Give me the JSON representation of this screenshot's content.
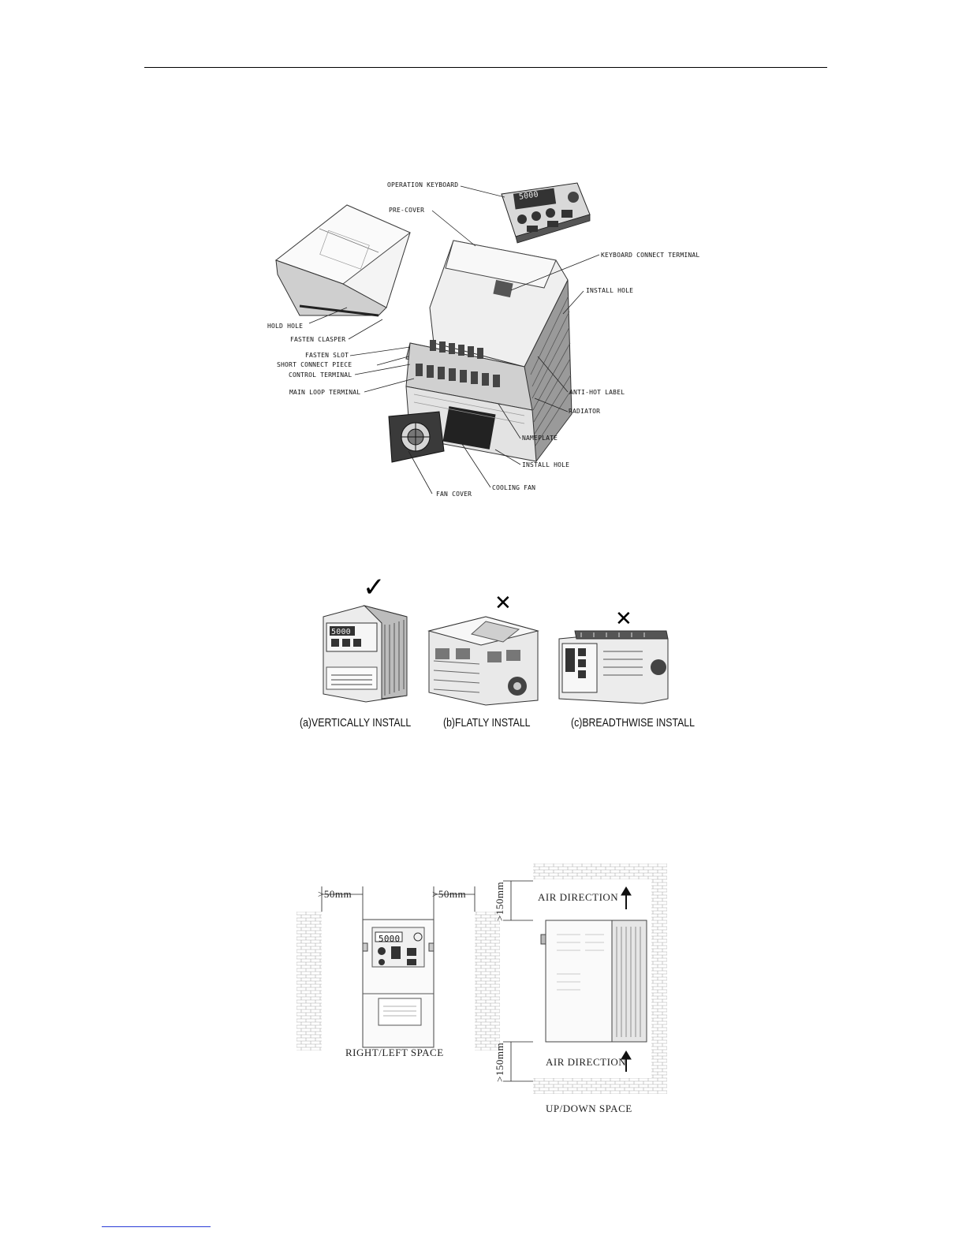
{
  "figure1": {
    "labels": {
      "operation_keyboard": "OPERATION KEYBOARD",
      "pre_cover": "PRE-COVER",
      "keyboard_connect_terminal": "KEYBOARD CONNECT TERMINAL",
      "install_hole_top": "INSTALL HOLE",
      "hold_hole": "HOLD HOLE",
      "fasten_clasper": "FASTEN CLASPER",
      "fasten_slot": "FASTEN SLOT",
      "short_connect_piece": "SHORT CONNECT PIECE",
      "control_terminal": "CONTROL TERMINAL",
      "main_loop_terminal": "MAIN LOOP TERMINAL",
      "anti_hot_label": "ANTI-HOT LABEL",
      "radiator": "RADIATOR",
      "nameplate": "NAMEPLATE",
      "install_hole_bottom": "INSTALL HOLE",
      "cooling_fan": "COOLING FAN",
      "fan_cover": "FAN COVER"
    },
    "keypad_display": "5000"
  },
  "figure2": {
    "captions": {
      "a": "(a)VERTICALLY  INSTALL",
      "b": "(b)FLATLY  INSTALL",
      "c": "(c)BREADTHWISE  INSTALL"
    },
    "marks": {
      "a": "✓",
      "b": "✕",
      "c": "✕"
    },
    "display": "5000"
  },
  "figure3": {
    "left_clearance": ">50mm",
    "right_clearance": ">50mm",
    "side_caption": "RIGHT/LEFT SPACE",
    "top_clearance": ">150mm",
    "bottom_clearance": ">150mm",
    "air_direction_top": "AIR DIRECTION",
    "air_direction_bottom": "AIR DIRECTION",
    "updown_caption": "UP/DOWN SPACE",
    "display": "5000"
  }
}
